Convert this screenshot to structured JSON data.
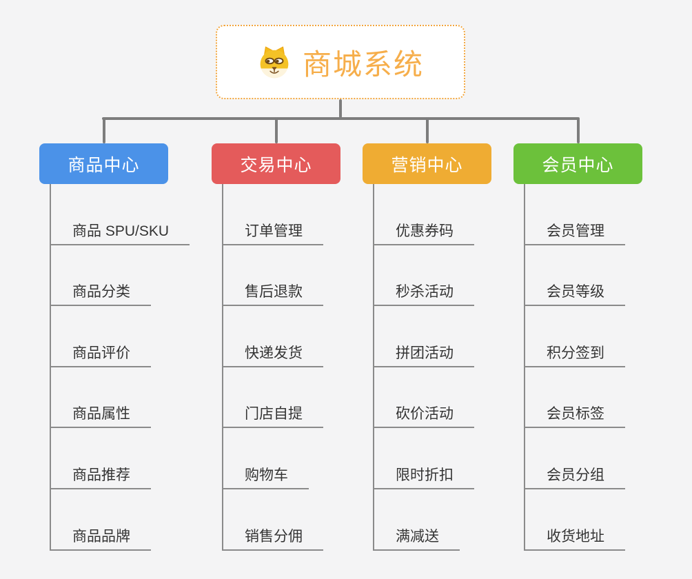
{
  "root": {
    "title": "商城系统",
    "icon": "dog-face-icon",
    "title_color": "#f6ae4b",
    "border_color": "#f2a53c"
  },
  "connector_color": "#7d7d7d",
  "leaf_line_color": "#8a8a8a",
  "branches": [
    {
      "label": "商品中心",
      "color": "#4b92e8",
      "children": [
        "商品 SPU/SKU",
        "商品分类",
        "商品评价",
        "商品属性",
        "商品推荐",
        "商品品牌"
      ]
    },
    {
      "label": "交易中心",
      "color": "#e45b5b",
      "children": [
        "订单管理",
        "售后退款",
        "快递发货",
        "门店自提",
        "购物车",
        "销售分佣"
      ]
    },
    {
      "label": "营销中心",
      "color": "#efac33",
      "children": [
        "优惠券码",
        "秒杀活动",
        "拼团活动",
        "砍价活动",
        "限时折扣",
        "满减送"
      ]
    },
    {
      "label": "会员中心",
      "color": "#6cc13b",
      "children": [
        "会员管理",
        "会员等级",
        "积分签到",
        "会员标签",
        "会员分组",
        "收货地址"
      ]
    }
  ]
}
